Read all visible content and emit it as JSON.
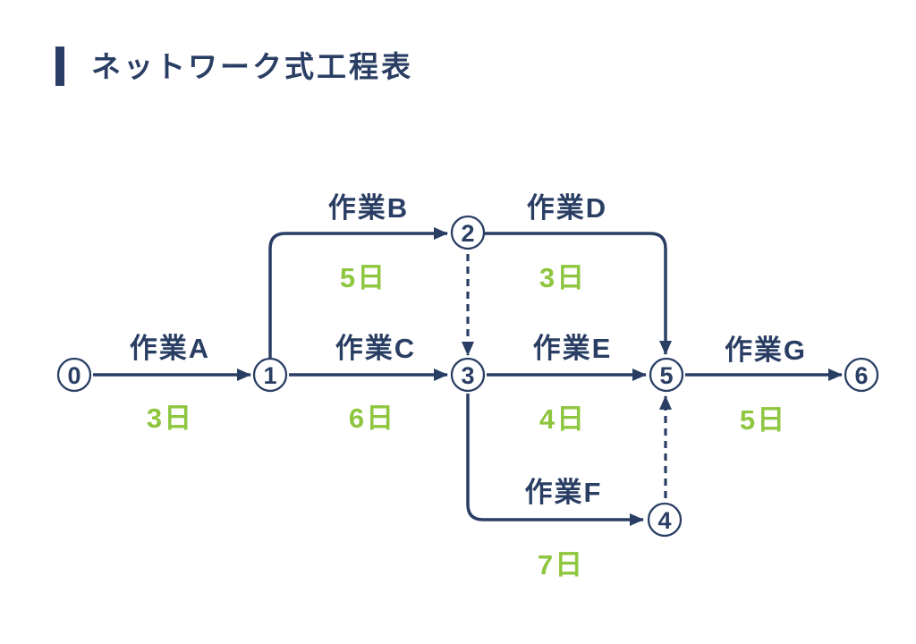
{
  "title": "ネットワーク式工程表",
  "colors": {
    "navy": "#2a3e64",
    "green": "#8ec63f",
    "background": "#ffffff"
  },
  "diagram": {
    "type": "activity-on-arrow-network-schedule",
    "nodes": [
      {
        "id": "0",
        "label": "0"
      },
      {
        "id": "1",
        "label": "1"
      },
      {
        "id": "2",
        "label": "2"
      },
      {
        "id": "3",
        "label": "3"
      },
      {
        "id": "4",
        "label": "4"
      },
      {
        "id": "5",
        "label": "5"
      },
      {
        "id": "6",
        "label": "6"
      }
    ],
    "activities": [
      {
        "name": "作業A",
        "duration": "3日",
        "from": "0",
        "to": "1"
      },
      {
        "name": "作業B",
        "duration": "5日",
        "from": "1",
        "to": "2"
      },
      {
        "name": "作業C",
        "duration": "6日",
        "from": "1",
        "to": "3"
      },
      {
        "name": "作業D",
        "duration": "3日",
        "from": "2",
        "to": "5"
      },
      {
        "name": "作業E",
        "duration": "4日",
        "from": "3",
        "to": "5"
      },
      {
        "name": "作業F",
        "duration": "7日",
        "from": "3",
        "to": "4"
      },
      {
        "name": "作業G",
        "duration": "5日",
        "from": "5",
        "to": "6"
      }
    ],
    "dummy_arrows": [
      {
        "from": "2",
        "to": "3",
        "style": "dashed"
      },
      {
        "from": "4",
        "to": "5",
        "style": "dashed"
      }
    ]
  }
}
